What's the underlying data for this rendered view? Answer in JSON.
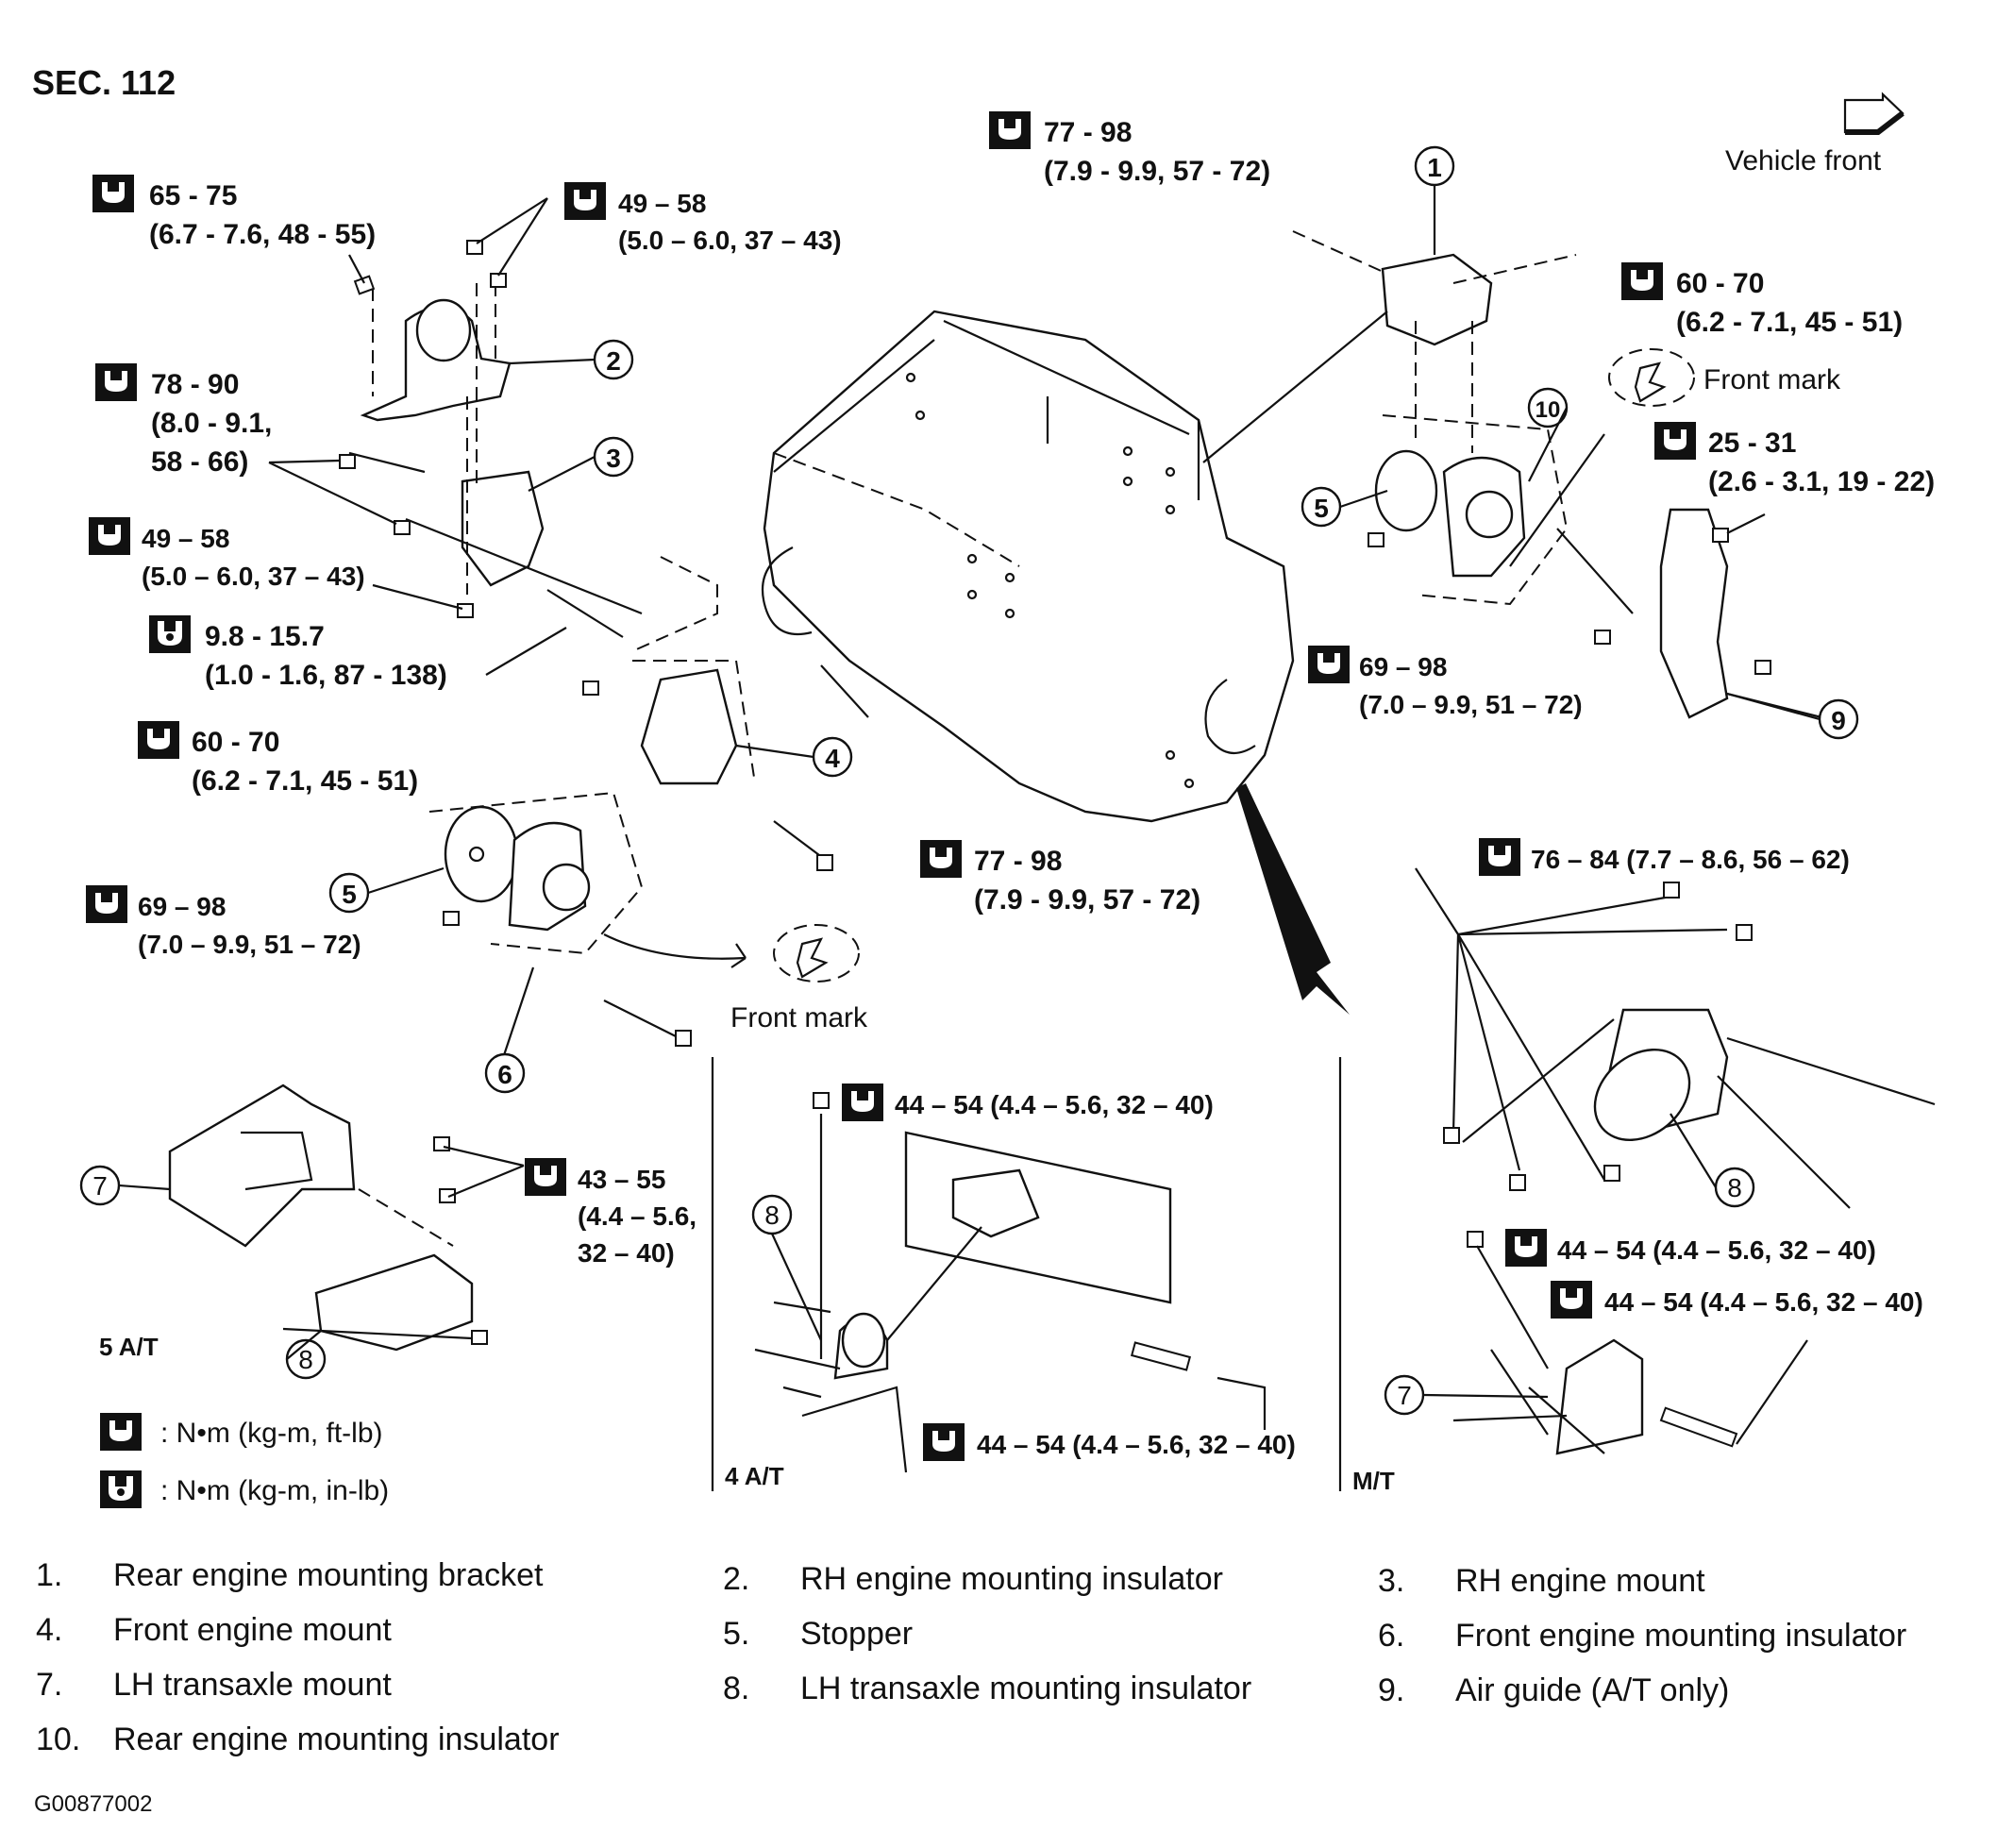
{
  "section": "SEC. 112",
  "vehicle_front": "Vehicle front",
  "front_mark": "Front mark",
  "variants": {
    "at5": "5 A/T",
    "at4": "4 A/T",
    "mt": "M/T"
  },
  "torque_specs": [
    {
      "v": "65 - 75",
      "u": "(6.7 - 7.6, 48 - 55)"
    },
    {
      "v": "49 – 58",
      "u": "(5.0 – 6.0, 37 – 43)"
    },
    {
      "v": "78 - 90",
      "u": "(8.0 - 9.1,",
      "u2": "58 - 66)"
    },
    {
      "v": "49 – 58",
      "u": "(5.0 – 6.0, 37 – 43)"
    },
    {
      "v": "9.8 - 15.7",
      "u": "(1.0 - 1.6, 87 - 138)"
    },
    {
      "v": "60 - 70",
      "u": "(6.2 - 7.1, 45 - 51)"
    },
    {
      "v": "69 – 98",
      "u": "(7.0 – 9.9, 51 – 72)"
    },
    {
      "v": "77 - 98",
      "u": "(7.9 - 9.9, 57 - 72)"
    },
    {
      "v": "77 - 98",
      "u": "(7.9 - 9.9, 57 - 72)"
    },
    {
      "v": "60 - 70",
      "u": "(6.2 - 7.1, 45 - 51)"
    },
    {
      "v": "25 - 31",
      "u": "(2.6 - 3.1, 19 - 22)"
    },
    {
      "v": "69 – 98",
      "u": "(7.0 – 9.9, 51 – 72)"
    },
    {
      "v": "76 – 84 (7.7 – 8.6, 56 – 62)"
    },
    {
      "v": "43 – 55",
      "u": "(4.4 – 5.6,",
      "u2": "32 – 40)"
    },
    {
      "v": "44 – 54 (4.4 – 5.6, 32 – 40)"
    },
    {
      "v": "44 – 54 (4.4 – 5.6, 32 – 40)"
    },
    {
      "v": "44 – 54 (4.4 – 5.6, 32 – 40)"
    },
    {
      "v": "44 – 54 (4.4 – 5.6, 32 – 40)"
    }
  ],
  "callouts": [
    "1",
    "2",
    "3",
    "4",
    "5",
    "6",
    "10",
    "5",
    "9",
    "7",
    "8",
    "8",
    "8",
    "7"
  ],
  "units": {
    "nm_ft": ": N•m (kg-m, ft-lb)",
    "nm_in": ": N•m (kg-m, in-lb)"
  },
  "legend": [
    {
      "num": "1.",
      "label": "Rear engine mounting bracket"
    },
    {
      "num": "2.",
      "label": "RH engine mounting insulator"
    },
    {
      "num": "3.",
      "label": "RH engine mount"
    },
    {
      "num": "4.",
      "label": "Front engine mount"
    },
    {
      "num": "5.",
      "label": "Stopper"
    },
    {
      "num": "6.",
      "label": "Front engine mounting insulator"
    },
    {
      "num": "7.",
      "label": "LH transaxle mount"
    },
    {
      "num": "8.",
      "label": "LH transaxle mounting insulator"
    },
    {
      "num": "9.",
      "label": "Air guide (A/T only)"
    },
    {
      "num": "10.",
      "label": "Rear engine mounting insulator"
    }
  ],
  "figure_id": "G00877002"
}
